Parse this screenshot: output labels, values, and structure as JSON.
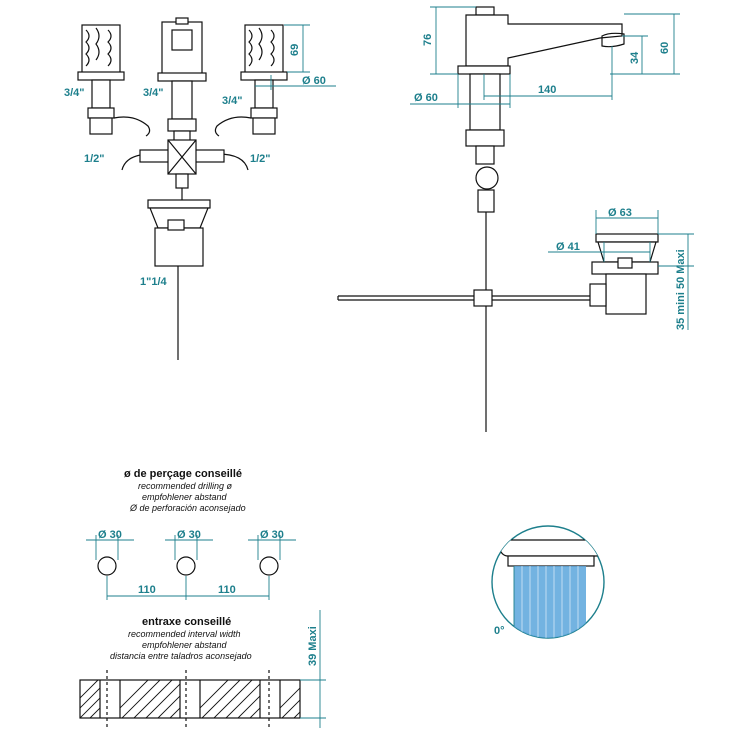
{
  "front_view": {
    "labels": {
      "left_inlet": "3/4\"",
      "center_inlet": "3/4\"",
      "right_inlet": "3/4\"",
      "left_outlet": "1/2\"",
      "right_outlet": "1/2\"",
      "drain_thread": "1\"1/4",
      "handle_height": "69",
      "body_diameter": "Ø 60"
    }
  },
  "side_view": {
    "labels": {
      "spout_height": "76",
      "aerator_drop": "34",
      "spout_outlet_height": "60",
      "spout_reach": "140",
      "base_diameter": "Ø 60"
    }
  },
  "drain_view": {
    "labels": {
      "top_diameter": "Ø 63",
      "hole_diameter": "Ø 41",
      "thickness_range": "35 mini 50 Maxi"
    }
  },
  "drilling": {
    "title": "ø de perçage conseillé",
    "subtitles": [
      "recommended drilling ø",
      "empfohlener abstand",
      "Ø de perforación aconsejado"
    ],
    "hole_labels": [
      "Ø 30",
      "Ø 30",
      "Ø 30"
    ],
    "spacings": [
      "110",
      "110"
    ]
  },
  "interval": {
    "title": "entraxe conseillé",
    "subtitles": [
      "recommended interval width",
      "empfohlener abstand",
      "distancia entre taladros aconsejado"
    ],
    "max_thickness": "39 Maxi"
  },
  "detail": {
    "angle": "0°"
  },
  "colors": {
    "dimension": "#1d7f8c",
    "ink": "#111111",
    "water": "#5aa6dc"
  }
}
